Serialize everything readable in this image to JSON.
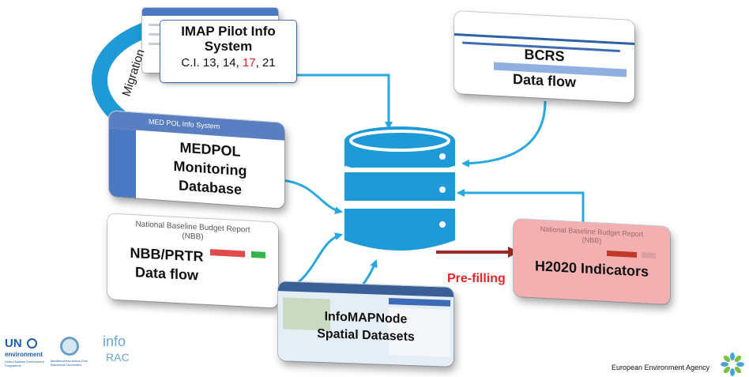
{
  "nodes": {
    "imap": {
      "title": "IMAP Pilot Info System",
      "ci_prefix": "C.I. 13, 14, ",
      "ci_red": "17",
      "ci_suffix": ", 21",
      "red_color": "#e4262b"
    },
    "bcrs": {
      "title": "BCRS",
      "sub": "Data flow"
    },
    "medpol": {
      "line1": "MEDPOL",
      "line2": "Monitoring",
      "line3": "Database",
      "screen_title": "MED POL Info System"
    },
    "nbb": {
      "line1": "NBB/PRTR",
      "line2": "Data flow",
      "screen_title": "National Baseline Budget Report",
      "screen_sub": "(NBB)"
    },
    "infomap": {
      "line1": "InfoMAPNode",
      "line2": "Spatial Datasets"
    },
    "h2020": {
      "label": "H2020 Indicators",
      "screen_title": "National Baseline Budget Report",
      "screen_sub": "(NBB)",
      "bg": "#f4b0b0"
    }
  },
  "edges": {
    "migration": "Migration",
    "prefilling": "Pre-filling",
    "arrow_color": "#29a8e0",
    "prefill_color": "#9b2a22",
    "prefill_text_color": "#e4262b"
  },
  "database": {
    "color": "#1e9ad6"
  },
  "logos": {
    "un_name": "UN",
    "un_sub": "environment",
    "un_program": "United Nations Environment Programme",
    "map_program": "Mediterranean Action Plan Barcelona Convention",
    "info": "info",
    "rac": "RAC",
    "eea": "European Environment Agency"
  }
}
